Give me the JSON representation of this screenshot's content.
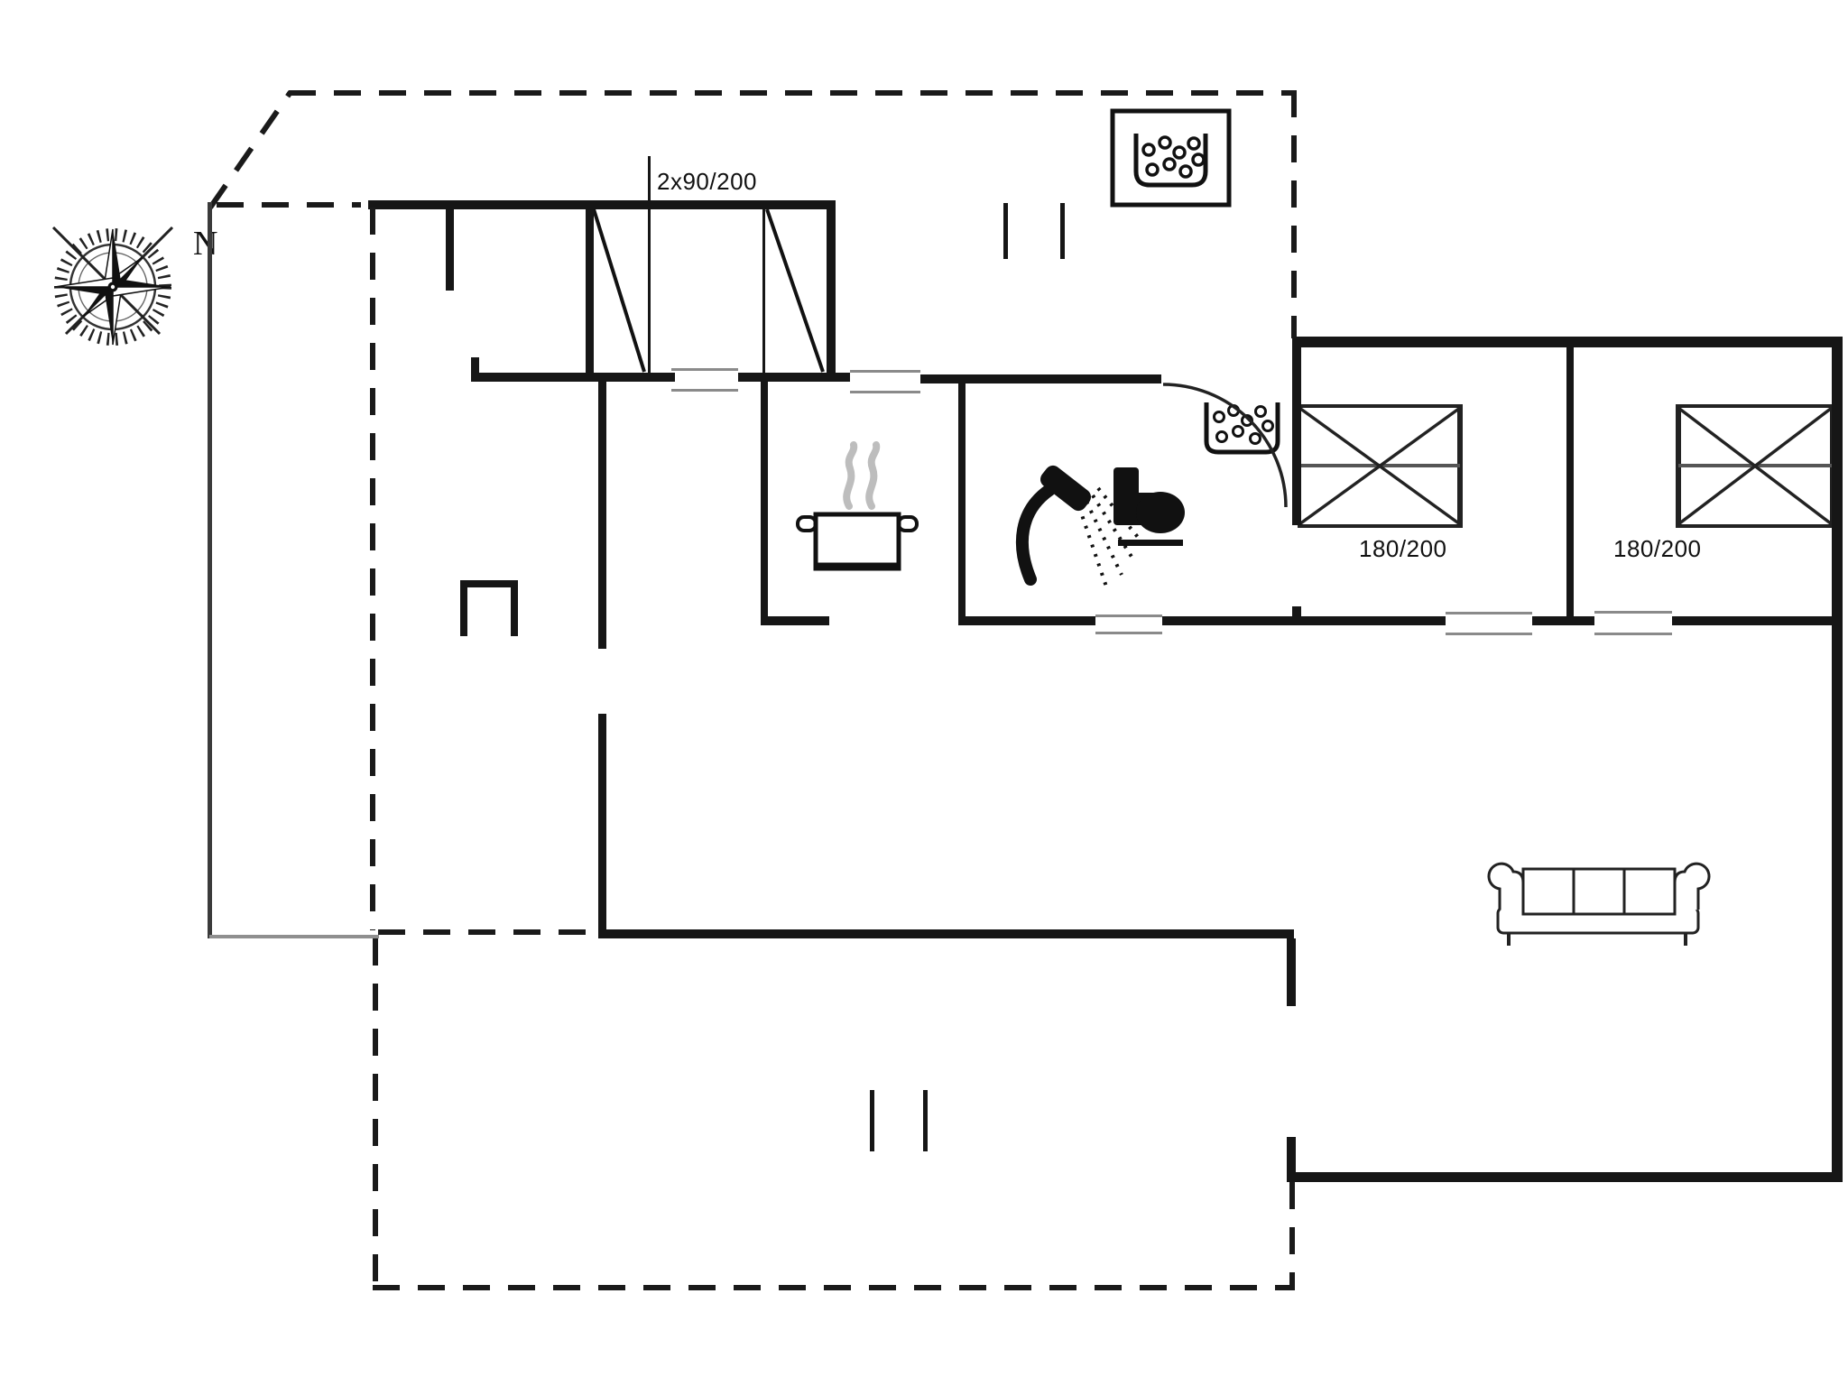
{
  "title": "Holiday house floor plan",
  "compass": {
    "label": "N"
  },
  "dimensions": {
    "wardrobe_label": "2x90/200",
    "bed1_label": "180/200",
    "bed2_label": "180/200"
  },
  "icons": [
    "compass-rose-icon",
    "grill-icon",
    "washbasin-icon",
    "stove-pot-icon",
    "shower-icon",
    "toilet-icon",
    "double-bed-icon",
    "sofa-icon",
    "wardrobe-icon",
    "door-arc"
  ],
  "colors": {
    "background": "#ffffff",
    "wall": "#161616",
    "boundary_dash": "#1a1a1a",
    "window_line": "#8a8a8a",
    "steam": "#bdbdbd"
  }
}
